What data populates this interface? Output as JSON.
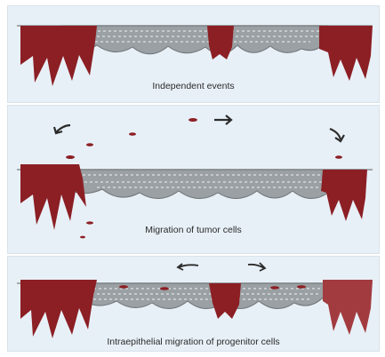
{
  "panels": [
    {
      "caption": "Independent events"
    },
    {
      "caption": "Migration of tumor cells"
    },
    {
      "caption": "Intraepithelial migration of progenitor cells"
    }
  ],
  "colors": {
    "tumor": "#8b1f24",
    "tumor_light": "#a23b3f",
    "epithelium": "#9aa0a3",
    "background": "#e8f0f7",
    "arrow": "#2b2b2b"
  },
  "icons": [
    "arrow-icon"
  ]
}
